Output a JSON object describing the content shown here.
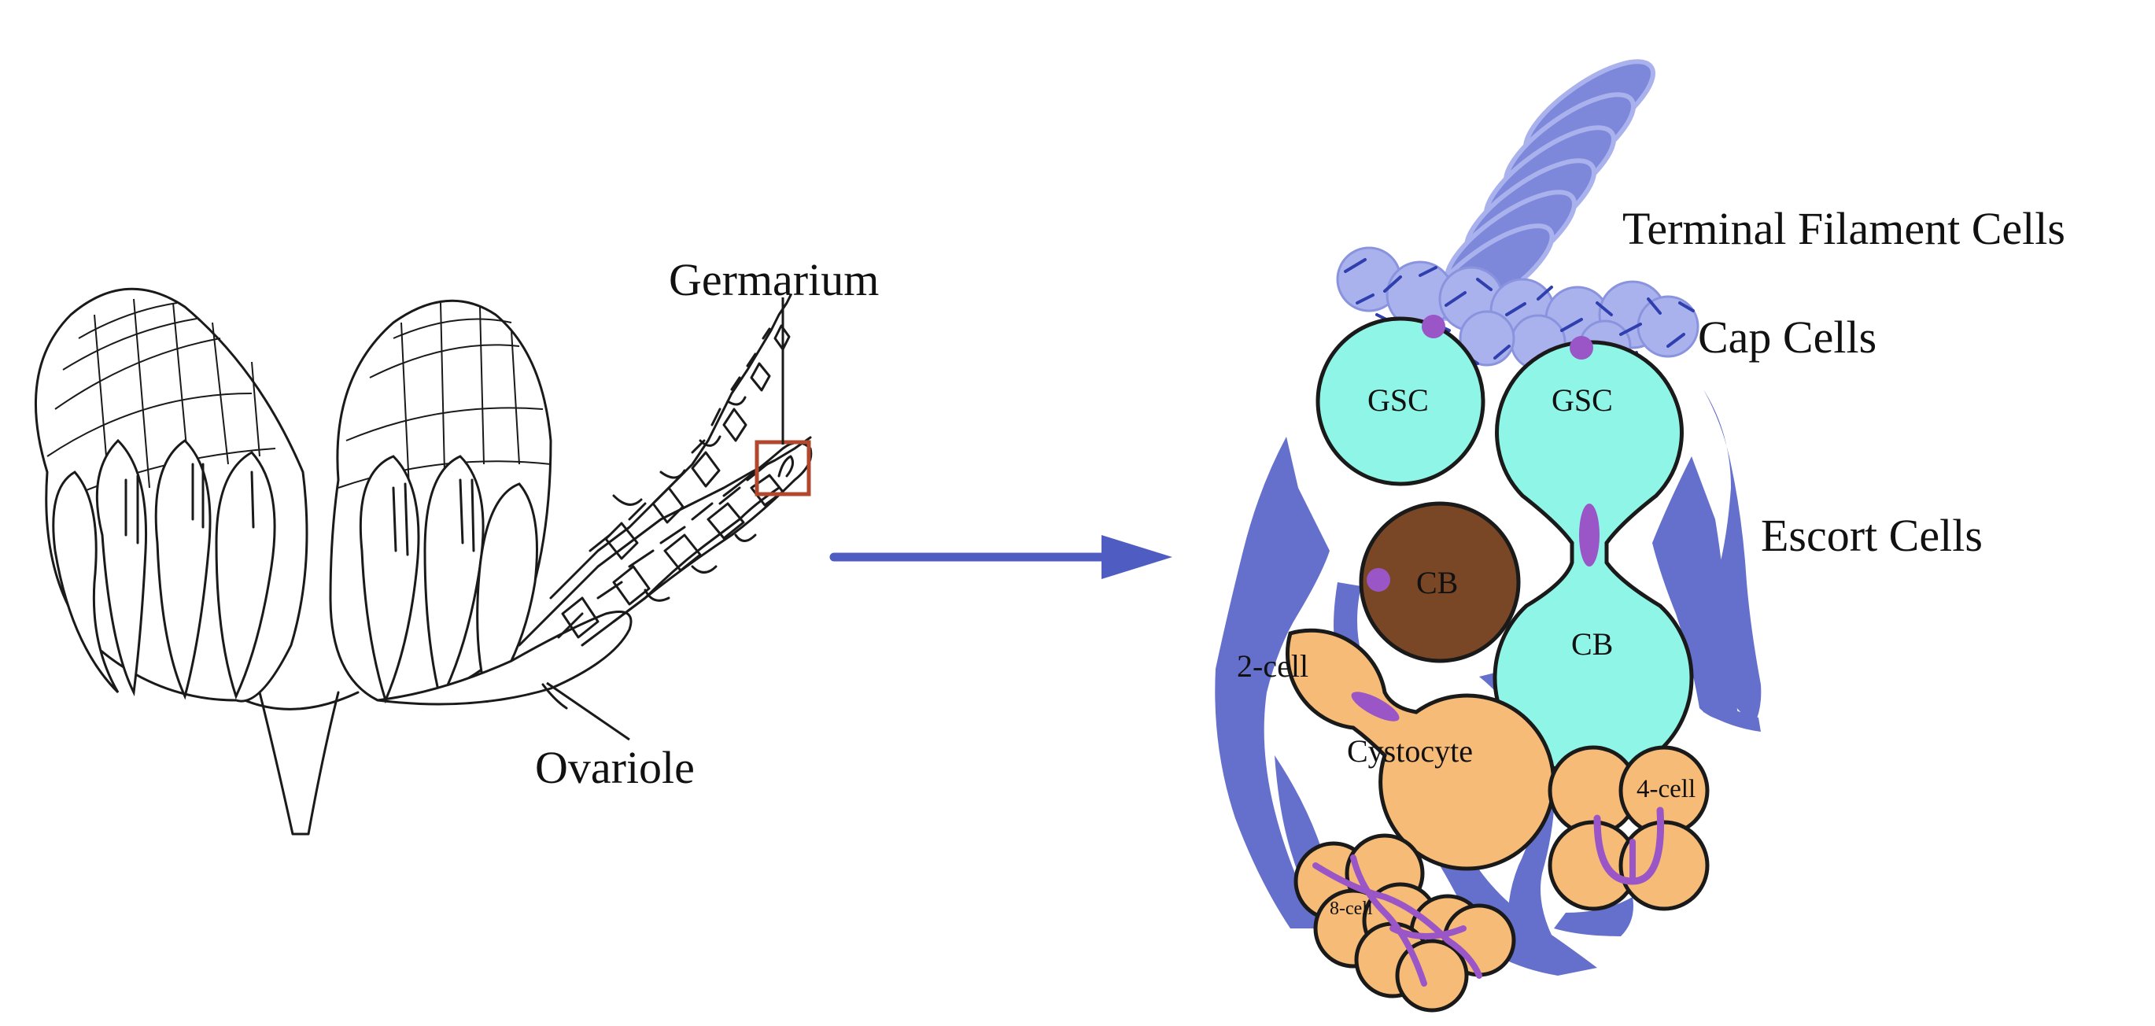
{
  "labels": {
    "germarium": "Germarium",
    "ovariole": "Ovariole",
    "terminal_filament": "Terminal Filament Cells",
    "cap_cells": "Cap Cells",
    "escort_cells": "Escort Cells",
    "gsc_left": "GSC",
    "gsc_right": "GSC",
    "cb_brown": "CB",
    "cb_cyan": "CB",
    "two_cell": "2-cell",
    "cystocyte": "Cystocyte",
    "four_cell": "4-cell",
    "eight_cell": "8-cell"
  },
  "colors": {
    "terminal_filament": "#6f7bd6",
    "cap_cells": "#aab2ee",
    "escort_cells": "#6470cc",
    "gsc": "#8ff5e6",
    "cb_brown": "#7a4726",
    "cyst": "#f7bb78",
    "fusome": "#9a56c6",
    "arrow": "#4f5dc2",
    "germarium_box": "#b3472e"
  }
}
